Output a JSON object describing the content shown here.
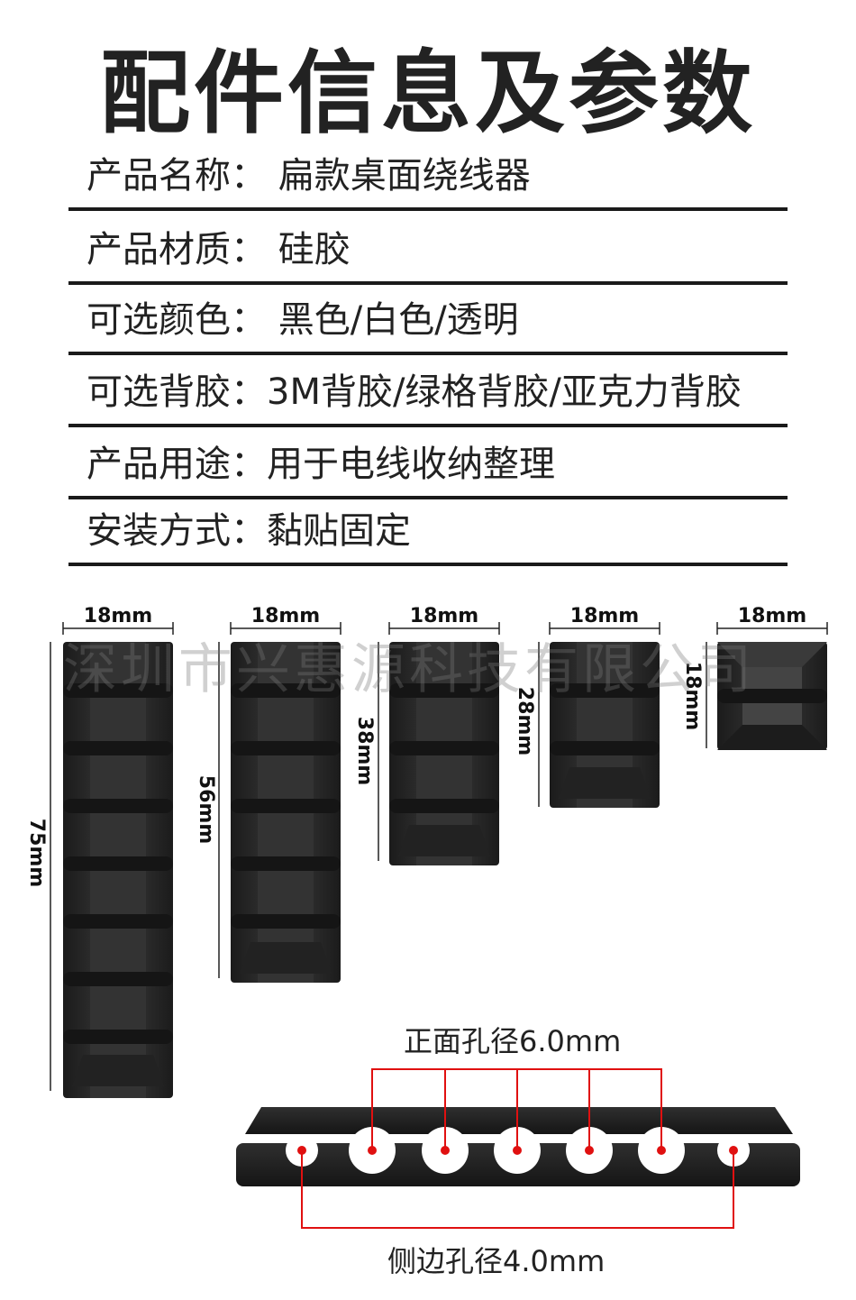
{
  "title": "配件信息及参数",
  "specs": [
    {
      "text": "产品名称：  扁款桌面绕线器"
    },
    {
      "text": "产品材质：   硅胶"
    },
    {
      "text": "可选颜色：   黑色/白色/透明"
    },
    {
      "text": "可选背胶：3M背胶/绿格背胶/亚克力背胶"
    },
    {
      "text": "产品用途：用于电线收纳整理"
    },
    {
      "text": "安装方式：黏贴固定"
    }
  ],
  "watermark": "深圳市兴惠源科技有限公司",
  "products": [
    {
      "width_label": "18mm",
      "height_label": "75mm"
    },
    {
      "width_label": "18mm",
      "height_label": "56mm"
    },
    {
      "width_label": "18mm",
      "height_label": "38mm"
    },
    {
      "width_label": "18mm",
      "height_label": "28mm"
    },
    {
      "width_label": "18mm",
      "height_label": "18mm"
    }
  ],
  "front_hole_label": "正面孔径6.0mm",
  "side_hole_label": "侧边孔径4.0mm",
  "colors": {
    "product": "#2a2a2a",
    "accent": "#e01010",
    "rule": "#1a1a1a"
  }
}
